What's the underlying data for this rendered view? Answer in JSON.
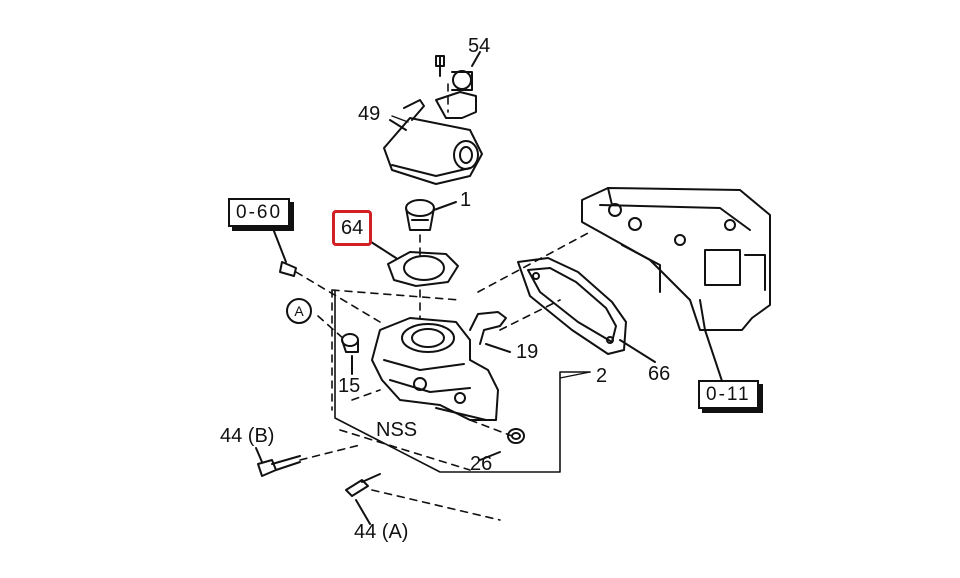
{
  "callouts": {
    "p54": "54",
    "p49": "49",
    "p1": "1",
    "p64": "64",
    "p19": "19",
    "p15": "15",
    "p2": "2",
    "p66": "66",
    "nss": "NSS",
    "p26": "26",
    "p44b": "44 (B)",
    "p44a": "44 (A)"
  },
  "refs": {
    "ref_060": "0-60",
    "ref_011": "0-11",
    "circle_a": "A"
  },
  "colors": {
    "highlight": "#d21f26",
    "line": "#111111"
  }
}
